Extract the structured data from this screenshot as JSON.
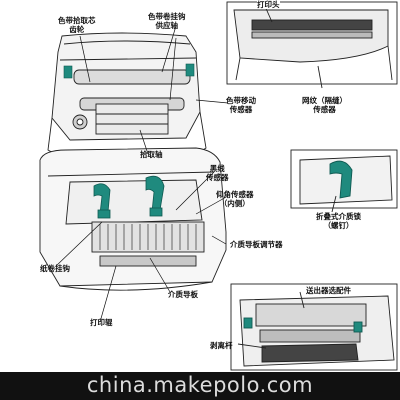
{
  "labels": {
    "ribbon_takeup_gear": "色带拾取芯\n齿轮",
    "ribbon_supply_hook": "色带卷挂钩\n供应轴",
    "printhead": "打印头",
    "ribbon_motion_sensor": "色带移动\n传感器",
    "web_sensor": "网纹（隔缝）\n传感器",
    "takeup_spindle": "拾取轴",
    "black_mark_sensor": "黑线\n传感器",
    "upper_sensor": "仰角传感器\n（内侧）",
    "fanfold_guide": "折叠式介质锁\n（螺钉）",
    "media_guide_adjuster": "介质导板调节器",
    "roll_hanger": "纸卷挂钩",
    "media_guide": "介质导板",
    "platen_roller": "打印辊",
    "peel_bar": "剥离杆",
    "dispenser_option": "送出器选配件"
  },
  "colors": {
    "teal": "#1f8a7e",
    "line": "#222222",
    "gray": "#e6e6e6",
    "dark": "#555555"
  },
  "watermark": "china.makepolo.com"
}
